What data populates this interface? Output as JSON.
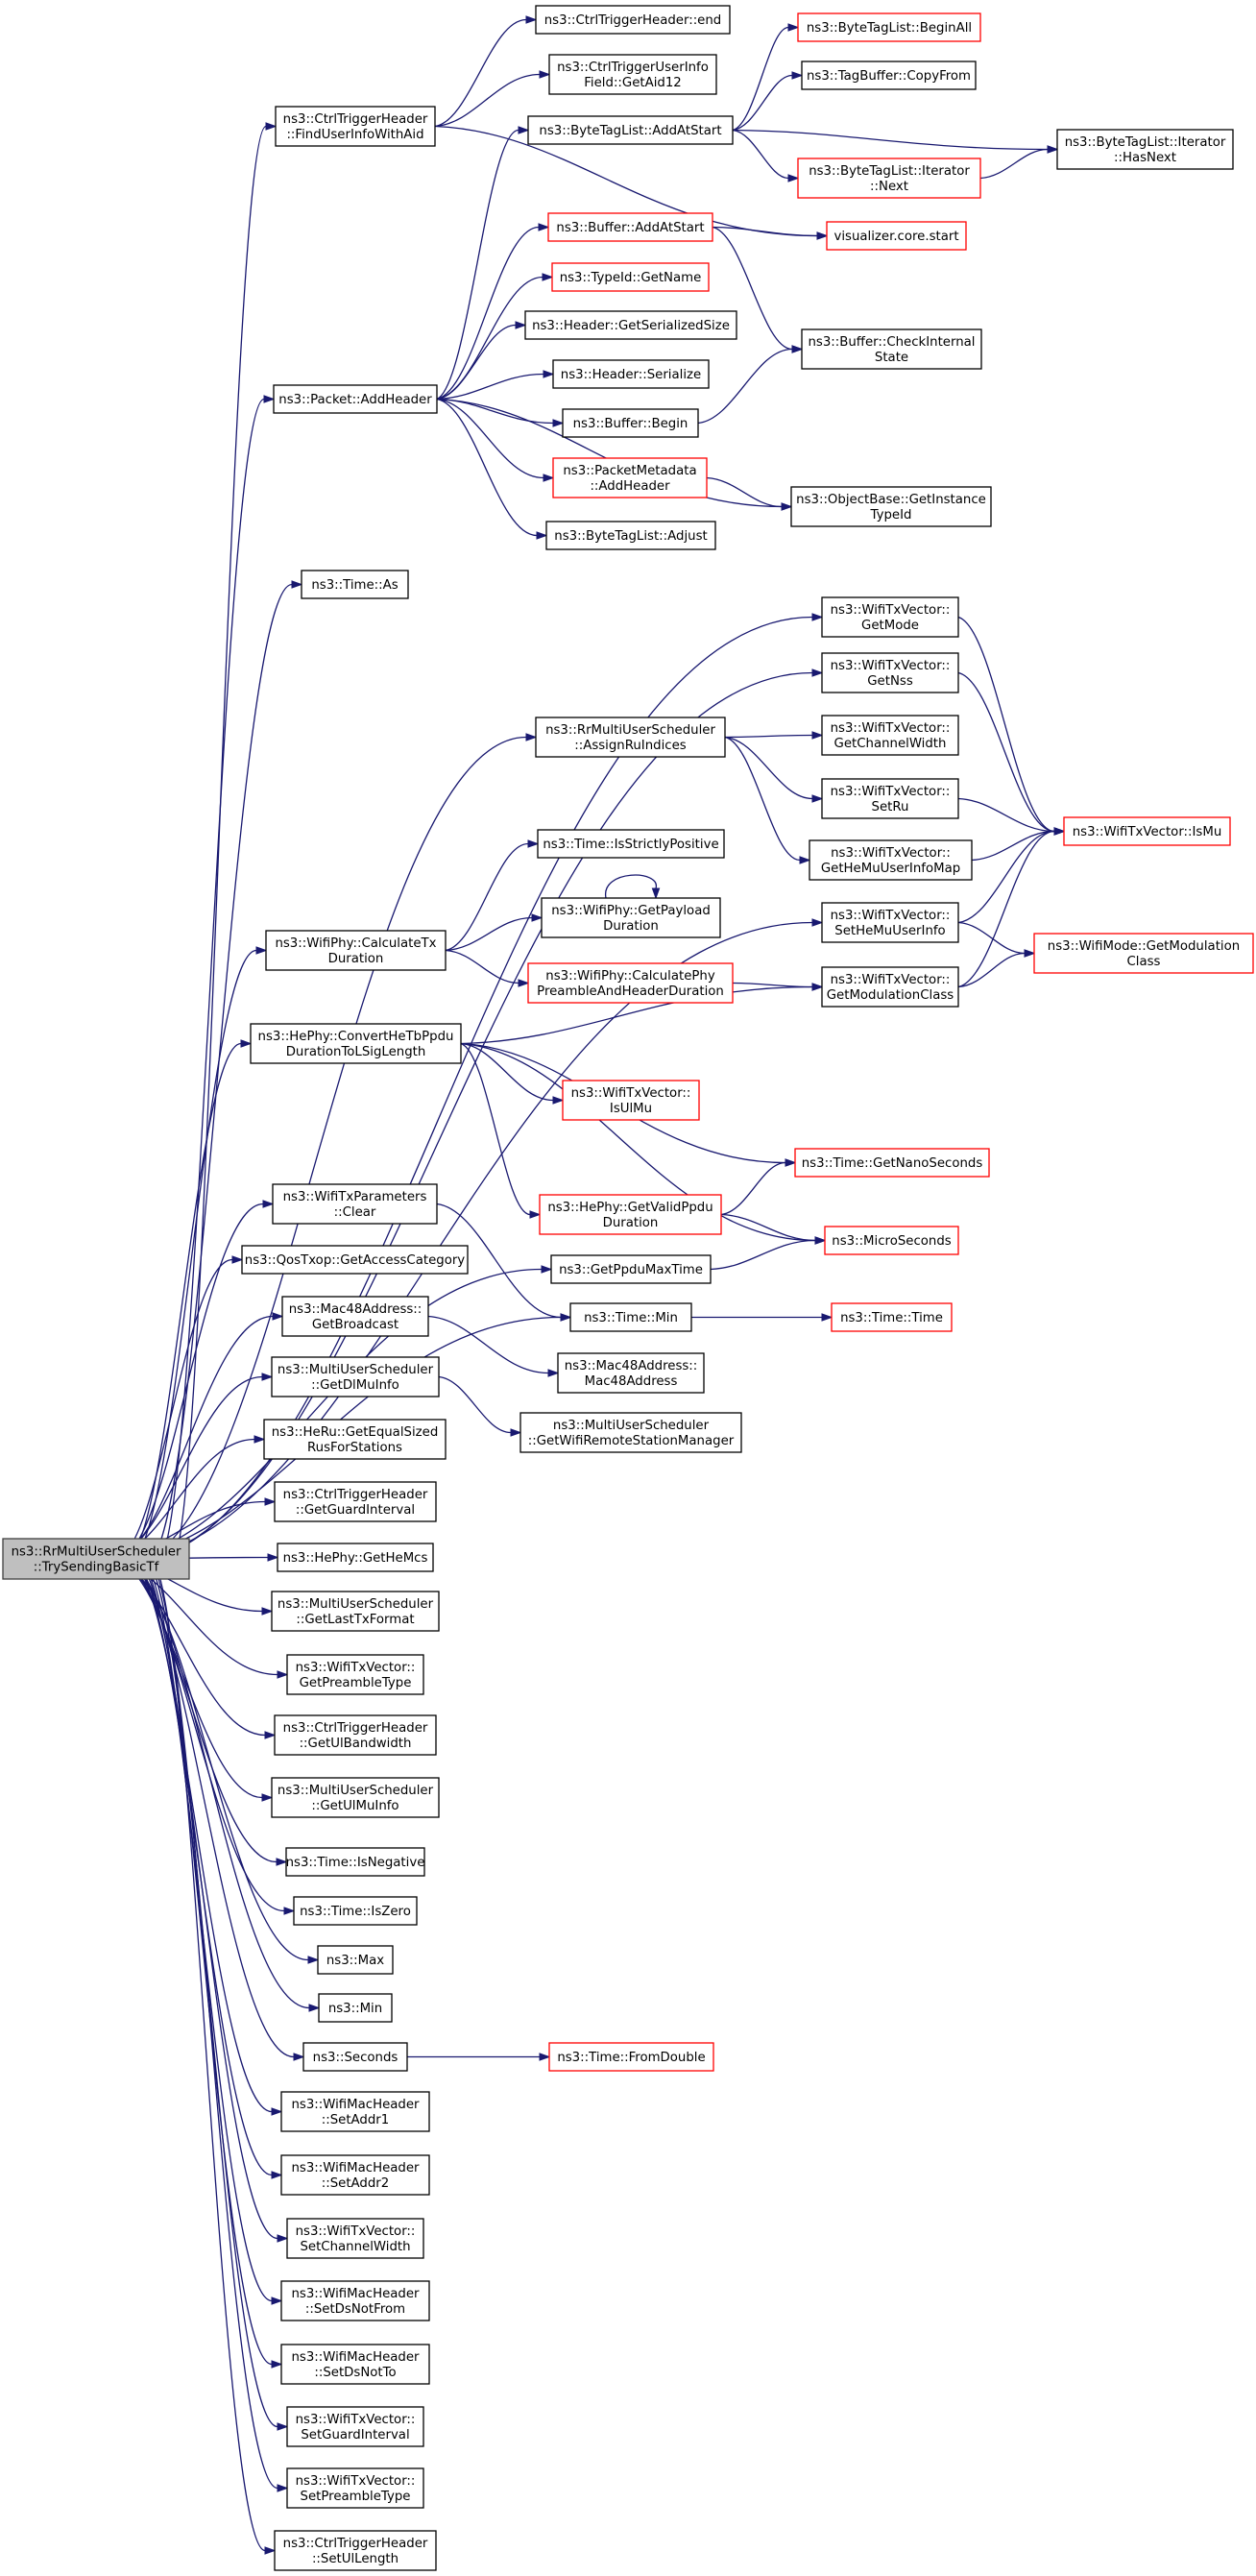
{
  "colors": {
    "node_fill": "#ffffff",
    "node_border": "#000000",
    "truncated_border": "#ff0000",
    "root_fill": "#bfbfbf",
    "root_border": "#404040",
    "edge": "#191970"
  },
  "nodes": {
    "root": {
      "lines": [
        "ns3::RrMultiUserScheduler",
        "::TrySendingBasicTf"
      ],
      "style": "root"
    },
    "findUser": {
      "lines": [
        "ns3::CtrlTriggerHeader",
        "::FindUserInfoWithAid"
      ],
      "style": "normal"
    },
    "ctrlEnd": {
      "lines": [
        "ns3::CtrlTriggerHeader::end"
      ],
      "style": "normal"
    },
    "getAid12": {
      "lines": [
        "ns3::CtrlTriggerUserInfo",
        "Field::GetAid12"
      ],
      "style": "normal"
    },
    "tagAddAtStart": {
      "lines": [
        "ns3::ByteTagList::AddAtStart"
      ],
      "style": "normal"
    },
    "beginAll": {
      "lines": [
        "ns3::ByteTagList::BeginAll"
      ],
      "style": "truncated"
    },
    "copyFrom": {
      "lines": [
        "ns3::TagBuffer::CopyFrom"
      ],
      "style": "normal"
    },
    "iterNext": {
      "lines": [
        "ns3::ByteTagList::Iterator",
        "::Next"
      ],
      "style": "truncated"
    },
    "iterHasNext": {
      "lines": [
        "ns3::ByteTagList::Iterator",
        "::HasNext"
      ],
      "style": "normal"
    },
    "vizStart": {
      "lines": [
        "visualizer.core.start"
      ],
      "style": "truncated"
    },
    "bufAddAtStart": {
      "lines": [
        "ns3::Buffer::AddAtStart"
      ],
      "style": "truncated"
    },
    "typeIdGetName": {
      "lines": [
        "ns3::TypeId::GetName"
      ],
      "style": "truncated"
    },
    "hdrGetSerSize": {
      "lines": [
        "ns3::Header::GetSerializedSize"
      ],
      "style": "normal"
    },
    "hdrSerialize": {
      "lines": [
        "ns3::Header::Serialize"
      ],
      "style": "normal"
    },
    "bufBegin": {
      "lines": [
        "ns3::Buffer::Begin"
      ],
      "style": "normal"
    },
    "bufCheck": {
      "lines": [
        "ns3::Buffer::CheckInternal",
        "State"
      ],
      "style": "normal"
    },
    "pmAddHeader": {
      "lines": [
        "ns3::PacketMetadata",
        "::AddHeader"
      ],
      "style": "truncated"
    },
    "objGetInst": {
      "lines": [
        "ns3::ObjectBase::GetInstance",
        "TypeId"
      ],
      "style": "normal"
    },
    "tagAdjust": {
      "lines": [
        "ns3::ByteTagList::Adjust"
      ],
      "style": "normal"
    },
    "pktAddHeader": {
      "lines": [
        "ns3::Packet::AddHeader"
      ],
      "style": "normal"
    },
    "timeAs": {
      "lines": [
        "ns3::Time::As"
      ],
      "style": "normal"
    },
    "txvGetMode": {
      "lines": [
        "ns3::WifiTxVector::",
        "GetMode"
      ],
      "style": "normal"
    },
    "txvGetNss": {
      "lines": [
        "ns3::WifiTxVector::",
        "GetNss"
      ],
      "style": "normal"
    },
    "assignRu": {
      "lines": [
        "ns3::RrMultiUserScheduler",
        "::AssignRuIndices"
      ],
      "style": "normal"
    },
    "txvGetChW": {
      "lines": [
        "ns3::WifiTxVector::",
        "GetChannelWidth"
      ],
      "style": "normal"
    },
    "txvSetRu": {
      "lines": [
        "ns3::WifiTxVector::",
        "SetRu"
      ],
      "style": "normal"
    },
    "txvGetHeMuMap": {
      "lines": [
        "ns3::WifiTxVector::",
        "GetHeMuUserInfoMap"
      ],
      "style": "normal"
    },
    "txvIsMu": {
      "lines": [
        "ns3::WifiTxVector::IsMu"
      ],
      "style": "truncated"
    },
    "timeIsStrictPos": {
      "lines": [
        "ns3::Time::IsStrictlyPositive"
      ],
      "style": "normal"
    },
    "phyGetPayload": {
      "lines": [
        "ns3::WifiPhy::GetPayload",
        "Duration"
      ],
      "style": "normal"
    },
    "phyCalcTx": {
      "lines": [
        "ns3::WifiPhy::CalculateTx",
        "Duration"
      ],
      "style": "normal"
    },
    "txvSetHeMu": {
      "lines": [
        "ns3::WifiTxVector::",
        "SetHeMuUserInfo"
      ],
      "style": "normal"
    },
    "modeGetModClass": {
      "lines": [
        "ns3::WifiMode::GetModulation",
        "Class"
      ],
      "style": "truncated"
    },
    "phyCalcPreamble": {
      "lines": [
        "ns3::WifiPhy::CalculatePhy",
        "PreambleAndHeaderDuration"
      ],
      "style": "truncated"
    },
    "txvGetModClass": {
      "lines": [
        "ns3::WifiTxVector::",
        "GetModulationClass"
      ],
      "style": "normal"
    },
    "hePhyConvert": {
      "lines": [
        "ns3::HePhy::ConvertHeTbPpdu",
        "DurationToLSigLength"
      ],
      "style": "normal"
    },
    "txvIsUlMu": {
      "lines": [
        "ns3::WifiTxVector::",
        "IsUlMu"
      ],
      "style": "truncated"
    },
    "timeGetNano": {
      "lines": [
        "ns3::Time::GetNanoSeconds"
      ],
      "style": "truncated"
    },
    "txParamsClear": {
      "lines": [
        "ns3::WifiTxParameters",
        "::Clear"
      ],
      "style": "normal"
    },
    "hePhyGetValid": {
      "lines": [
        "ns3::HePhy::GetValidPpdu",
        "Duration"
      ],
      "style": "truncated"
    },
    "microSeconds": {
      "lines": [
        "ns3::MicroSeconds"
      ],
      "style": "truncated"
    },
    "qosGetAC": {
      "lines": [
        "ns3::QosTxop::GetAccessCategory"
      ],
      "style": "normal"
    },
    "getPpduMax": {
      "lines": [
        "ns3::GetPpduMaxTime"
      ],
      "style": "normal"
    },
    "macGetBcast": {
      "lines": [
        "ns3::Mac48Address::",
        "GetBroadcast"
      ],
      "style": "normal"
    },
    "timeMin": {
      "lines": [
        "ns3::Time::Min"
      ],
      "style": "normal"
    },
    "timeTime": {
      "lines": [
        "ns3::Time::Time"
      ],
      "style": "truncated"
    },
    "macCtor": {
      "lines": [
        "ns3::Mac48Address::",
        "Mac48Address"
      ],
      "style": "normal"
    },
    "musGetDlMu": {
      "lines": [
        "ns3::MultiUserScheduler",
        "::GetDlMuInfo"
      ],
      "style": "normal"
    },
    "musGetWrsm": {
      "lines": [
        "ns3::MultiUserScheduler",
        "::GetWifiRemoteStationManager"
      ],
      "style": "normal"
    },
    "heRuGetEq": {
      "lines": [
        "ns3::HeRu::GetEqualSized",
        "RusForStations"
      ],
      "style": "normal"
    },
    "ctrlGetGI": {
      "lines": [
        "ns3::CtrlTriggerHeader",
        "::GetGuardInterval"
      ],
      "style": "normal"
    },
    "hePhyGetMcs": {
      "lines": [
        "ns3::HePhy::GetHeMcs"
      ],
      "style": "normal"
    },
    "musGetLastTx": {
      "lines": [
        "ns3::MultiUserScheduler",
        "::GetLastTxFormat"
      ],
      "style": "normal"
    },
    "txvGetPreamble": {
      "lines": [
        "ns3::WifiTxVector::",
        "GetPreambleType"
      ],
      "style": "normal"
    },
    "ctrlGetUlBw": {
      "lines": [
        "ns3::CtrlTriggerHeader",
        "::GetUlBandwidth"
      ],
      "style": "normal"
    },
    "musGetUlMu": {
      "lines": [
        "ns3::MultiUserScheduler",
        "::GetUlMuInfo"
      ],
      "style": "normal"
    },
    "timeIsNeg": {
      "lines": [
        "ns3::Time::IsNegative"
      ],
      "style": "normal"
    },
    "timeIsZero": {
      "lines": [
        "ns3::Time::IsZero"
      ],
      "style": "normal"
    },
    "nsMax": {
      "lines": [
        "ns3::Max"
      ],
      "style": "normal"
    },
    "nsMin": {
      "lines": [
        "ns3::Min"
      ],
      "style": "normal"
    },
    "nsSeconds": {
      "lines": [
        "ns3::Seconds"
      ],
      "style": "normal"
    },
    "timeFromDouble": {
      "lines": [
        "ns3::Time::FromDouble"
      ],
      "style": "truncated"
    },
    "macSetAddr1": {
      "lines": [
        "ns3::WifiMacHeader",
        "::SetAddr1"
      ],
      "style": "normal"
    },
    "macSetAddr2": {
      "lines": [
        "ns3::WifiMacHeader",
        "::SetAddr2"
      ],
      "style": "normal"
    },
    "txvSetChW": {
      "lines": [
        "ns3::WifiTxVector::",
        "SetChannelWidth"
      ],
      "style": "normal"
    },
    "macSetDsNotFrom": {
      "lines": [
        "ns3::WifiMacHeader",
        "::SetDsNotFrom"
      ],
      "style": "normal"
    },
    "macSetDsNotTo": {
      "lines": [
        "ns3::WifiMacHeader",
        "::SetDsNotTo"
      ],
      "style": "normal"
    },
    "txvSetGI": {
      "lines": [
        "ns3::WifiTxVector::",
        "SetGuardInterval"
      ],
      "style": "normal"
    },
    "txvSetPreamble": {
      "lines": [
        "ns3::WifiTxVector::",
        "SetPreambleType"
      ],
      "style": "normal"
    },
    "ctrlSetUlLen": {
      "lines": [
        "ns3::CtrlTriggerHeader",
        "::SetUlLength"
      ],
      "style": "normal"
    }
  },
  "edges": [
    [
      "root",
      "findUser"
    ],
    [
      "root",
      "pktAddHeader"
    ],
    [
      "root",
      "timeAs"
    ],
    [
      "root",
      "txvGetMode"
    ],
    [
      "root",
      "txvGetNss"
    ],
    [
      "root",
      "assignRu"
    ],
    [
      "root",
      "txvSetHeMu"
    ],
    [
      "root",
      "phyCalcTx"
    ],
    [
      "root",
      "hePhyConvert"
    ],
    [
      "root",
      "getPpduMax"
    ],
    [
      "root",
      "timeMin"
    ],
    [
      "root",
      "txParamsClear"
    ],
    [
      "root",
      "qosGetAC"
    ],
    [
      "root",
      "macGetBcast"
    ],
    [
      "root",
      "musGetDlMu"
    ],
    [
      "root",
      "heRuGetEq"
    ],
    [
      "root",
      "ctrlGetGI"
    ],
    [
      "root",
      "hePhyGetMcs"
    ],
    [
      "root",
      "musGetLastTx"
    ],
    [
      "root",
      "txvGetPreamble"
    ],
    [
      "root",
      "ctrlGetUlBw"
    ],
    [
      "root",
      "musGetUlMu"
    ],
    [
      "root",
      "timeIsNeg"
    ],
    [
      "root",
      "timeIsZero"
    ],
    [
      "root",
      "nsMax"
    ],
    [
      "root",
      "nsMin"
    ],
    [
      "root",
      "nsSeconds"
    ],
    [
      "root",
      "macSetAddr1"
    ],
    [
      "root",
      "macSetAddr2"
    ],
    [
      "root",
      "txvSetChW"
    ],
    [
      "root",
      "macSetDsNotFrom"
    ],
    [
      "root",
      "macSetDsNotTo"
    ],
    [
      "root",
      "txvSetGI"
    ],
    [
      "root",
      "txvSetPreamble"
    ],
    [
      "root",
      "ctrlSetUlLen"
    ],
    [
      "findUser",
      "ctrlEnd"
    ],
    [
      "findUser",
      "getAid12"
    ],
    [
      "findUser",
      "vizStart"
    ],
    [
      "pktAddHeader",
      "tagAddAtStart"
    ],
    [
      "pktAddHeader",
      "bufAddAtStart"
    ],
    [
      "pktAddHeader",
      "typeIdGetName"
    ],
    [
      "pktAddHeader",
      "hdrGetSerSize"
    ],
    [
      "pktAddHeader",
      "hdrSerialize"
    ],
    [
      "pktAddHeader",
      "bufBegin"
    ],
    [
      "pktAddHeader",
      "pmAddHeader"
    ],
    [
      "pktAddHeader",
      "tagAdjust"
    ],
    [
      "pktAddHeader",
      "objGetInst"
    ],
    [
      "tagAddAtStart",
      "beginAll"
    ],
    [
      "tagAddAtStart",
      "copyFrom"
    ],
    [
      "tagAddAtStart",
      "iterNext"
    ],
    [
      "tagAddAtStart",
      "iterHasNext"
    ],
    [
      "iterNext",
      "iterHasNext"
    ],
    [
      "bufAddAtStart",
      "vizStart"
    ],
    [
      "bufAddAtStart",
      "bufCheck"
    ],
    [
      "bufBegin",
      "bufCheck"
    ],
    [
      "pmAddHeader",
      "objGetInst"
    ],
    [
      "txvGetMode",
      "txvIsMu"
    ],
    [
      "txvGetNss",
      "txvIsMu"
    ],
    [
      "assignRu",
      "txvGetChW"
    ],
    [
      "assignRu",
      "txvSetRu"
    ],
    [
      "assignRu",
      "txvGetHeMuMap"
    ],
    [
      "txvSetRu",
      "txvIsMu"
    ],
    [
      "txvGetHeMuMap",
      "txvIsMu"
    ],
    [
      "txvSetHeMu",
      "txvIsMu"
    ],
    [
      "txvSetHeMu",
      "modeGetModClass"
    ],
    [
      "phyCalcTx",
      "timeIsStrictPos"
    ],
    [
      "phyCalcTx",
      "phyGetPayload"
    ],
    [
      "phyCalcTx",
      "phyCalcPreamble"
    ],
    [
      "phyGetPayload",
      "phyGetPayload"
    ],
    [
      "phyCalcPreamble",
      "txvGetModClass"
    ],
    [
      "txvGetModClass",
      "txvIsMu"
    ],
    [
      "txvGetModClass",
      "modeGetModClass"
    ],
    [
      "hePhyConvert",
      "txvGetModClass"
    ],
    [
      "hePhyConvert",
      "txvIsUlMu"
    ],
    [
      "hePhyConvert",
      "timeGetNano"
    ],
    [
      "hePhyConvert",
      "hePhyGetValid"
    ],
    [
      "hePhyConvert",
      "microSeconds"
    ],
    [
      "hePhyGetValid",
      "timeGetNano"
    ],
    [
      "hePhyGetValid",
      "microSeconds"
    ],
    [
      "getPpduMax",
      "microSeconds"
    ],
    [
      "timeMin",
      "timeTime"
    ],
    [
      "txParamsClear",
      "timeMin"
    ],
    [
      "macGetBcast",
      "macCtor"
    ],
    [
      "musGetDlMu",
      "musGetWrsm"
    ],
    [
      "nsSeconds",
      "timeFromDouble"
    ]
  ]
}
